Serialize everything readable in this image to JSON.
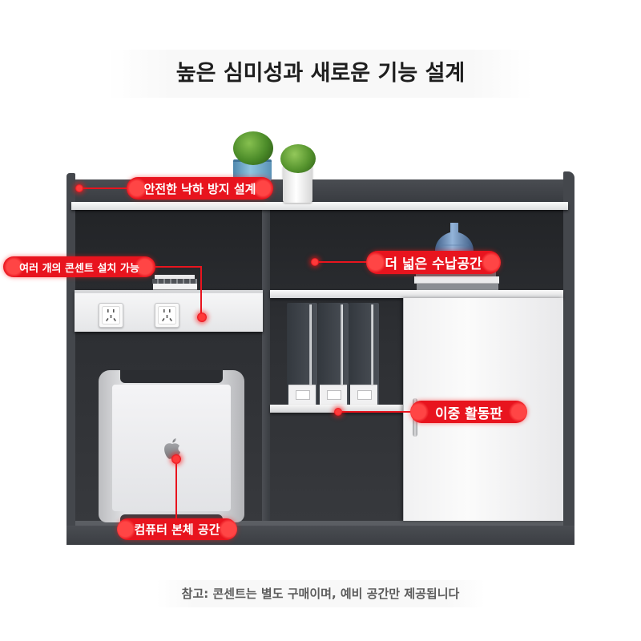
{
  "title": "높은 심미성과 새로운 기능 설계",
  "callouts": {
    "anti_fall": "안전한 낙하 방지 설계",
    "outlets": "여러 개의 콘센트 설치 가능",
    "storage": "더 넓은 수납공간",
    "double_shelf": "이중 활동판",
    "pc_space": "컴퓨터 본체 공간"
  },
  "footnote": "참고: 콘센트는 별도 구매이며, 예비 공간만 제공됩니다",
  "colors": {
    "accent": "#e8141e",
    "cabinet_frame": "#44474c",
    "cabinet_interior": "#2d2f33",
    "panel_white": "#f2f2f3"
  },
  "icons": {
    "outlet": "power-outlet-icon",
    "computer_logo": "apple-logo-icon",
    "decor": [
      "plant-icon",
      "vase-icon"
    ]
  }
}
